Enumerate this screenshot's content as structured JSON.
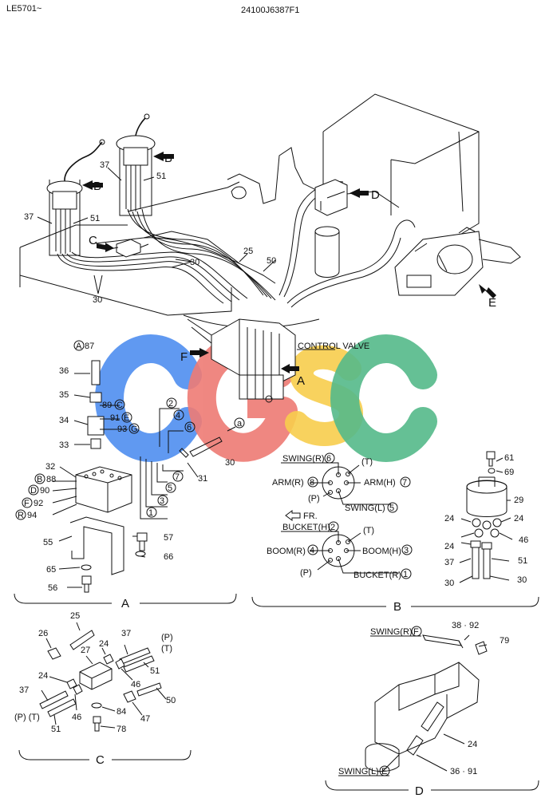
{
  "header": {
    "left": "LE5701~",
    "center": "24100J6387F1"
  },
  "watermark": {
    "letters": [
      "C",
      "G",
      "S",
      "C"
    ],
    "colors": [
      "#4f8ef0",
      "#ee7b74",
      "#f7cd4c",
      "#54b98a"
    ]
  },
  "main": {
    "labels": {
      "b1": "B",
      "b2": "B",
      "c": "C",
      "d": "D",
      "e": "E",
      "f": "F",
      "a": "A",
      "n37a": "37",
      "n51a": "51",
      "n37b": "37",
      "n51b": "51",
      "n30a": "30",
      "n30b": "30",
      "n25": "25",
      "n50": "50",
      "control_valve": "CONTROL VALVE"
    }
  },
  "detail_a": {
    "parts": {
      "p87": "87",
      "p36": "36",
      "p35": "35",
      "p34": "34",
      "p33": "33",
      "p32": "32",
      "p89": "89",
      "p91": "91",
      "p93": "93",
      "p88": "88",
      "p90": "90",
      "p92": "92",
      "p94": "94",
      "p30": "30",
      "p31": "31",
      "p57": "57",
      "p55": "55",
      "p65": "65",
      "p66": "66",
      "p56": "56"
    },
    "circled": {
      "A": "A",
      "B": "B",
      "C": "C",
      "D": "D",
      "E": "E",
      "F": "F",
      "G": "G",
      "R": "R",
      "a": "a",
      "n1": "1",
      "n2": "2",
      "n3": "3",
      "n4": "4",
      "n5": "5",
      "n6": "6",
      "n7": "7"
    },
    "caption": "A"
  },
  "detail_b": {
    "top": {
      "swing_r": "SWING(R)",
      "arm_r": "ARM(R)",
      "arm_h": "ARM(H)",
      "swing_l": "SWING(L)",
      "t": "(T)",
      "p": "(P)",
      "c6": "6",
      "c8": "8",
      "c7": "7",
      "c5": "5"
    },
    "fr": "FR.",
    "bottom": {
      "bucket_h": "BUCKET(H)",
      "boom_r": "BOOM(R)",
      "boom_h": "BOOM(H)",
      "bucket_r": "BUCKET(R)",
      "t": "(T)",
      "p": "(P)",
      "c2": "2",
      "c4": "4",
      "c3": "3",
      "c1": "1"
    },
    "side": {
      "p61": "61",
      "p69": "69",
      "p29": "29",
      "p24a": "24",
      "p24b": "24",
      "p24c": "24",
      "p46": "46",
      "p37": "37",
      "p51": "51",
      "p30a": "30",
      "p30b": "30"
    },
    "caption": "B"
  },
  "detail_c": {
    "parts": {
      "p25": "25",
      "p26": "26",
      "p27": "27",
      "p24a": "24",
      "p37a": "37",
      "pP": "(P)",
      "pT": "(T)",
      "p51a": "51",
      "p46a": "46",
      "p24b": "24",
      "p37b": "37",
      "p46b": "46",
      "p84": "84",
      "p47": "47",
      "p50": "50",
      "p78": "78",
      "pPT": "(P)  (T)",
      "p51b": "51"
    },
    "caption": "C"
  },
  "detail_d": {
    "parts": {
      "swing_r": "SWING(R)",
      "cF": "F",
      "p3892": "38 · 92",
      "p79": "79",
      "p24": "24",
      "swing_l": "SWING(L)",
      "cE": "E",
      "p3691": "36 · 91"
    },
    "caption": "D"
  }
}
